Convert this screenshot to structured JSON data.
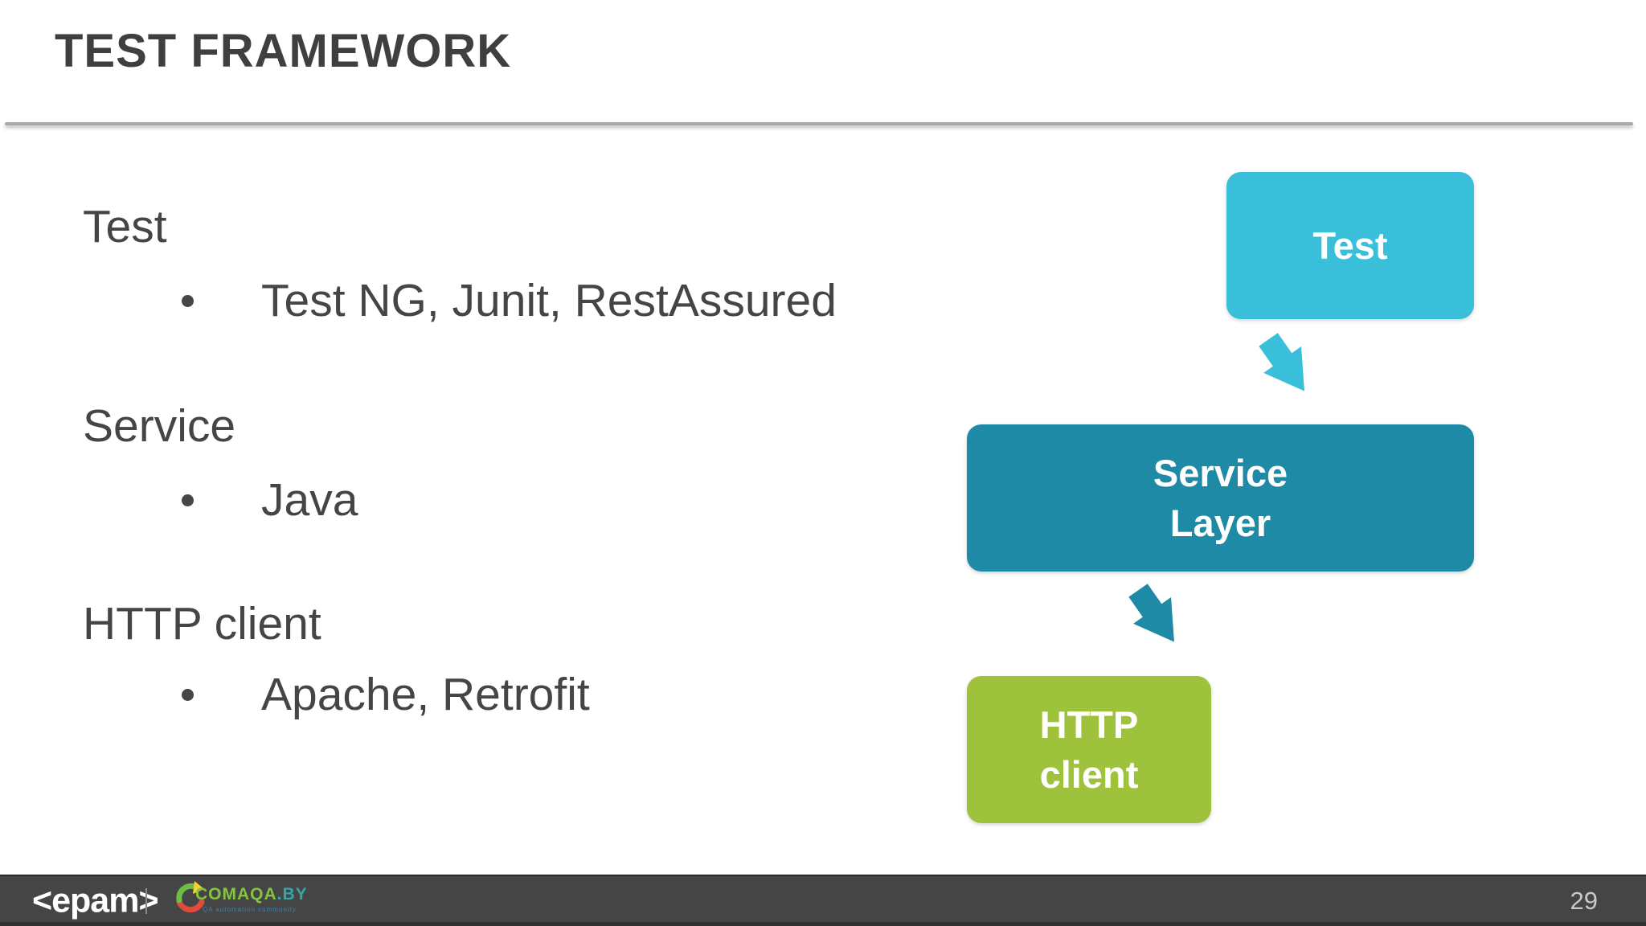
{
  "slide": {
    "title": "TEST FRAMEWORK"
  },
  "content": {
    "sections": [
      {
        "heading": "Test",
        "bullet": "Test NG, Junit, RestAssured"
      },
      {
        "heading": "Service",
        "bullet": "Java"
      },
      {
        "heading": "HTTP client",
        "bullet": "Apache, Retrofit"
      }
    ]
  },
  "diagram": {
    "nodes": [
      {
        "id": "test",
        "lines": [
          "Test"
        ],
        "color": "#3abfda"
      },
      {
        "id": "service-layer",
        "lines": [
          "Service",
          "Layer"
        ],
        "color": "#1e8aa5"
      },
      {
        "id": "http-client",
        "lines": [
          "HTTP",
          "client"
        ],
        "color": "#9fc23d"
      }
    ],
    "arrows": [
      {
        "from": "test",
        "to": "service-layer",
        "color": "#3abfda"
      },
      {
        "from": "service-layer",
        "to": "http-client",
        "color": "#1e8aa5"
      }
    ]
  },
  "footer": {
    "epam_logo_text": "<epam>",
    "comaqa_name": "COMAQA",
    "comaqa_suffix": ".BY",
    "comaqa_tagline": "QA automation community",
    "page_number": "29"
  },
  "colors": {
    "title_text": "#3f3f3f",
    "body_text": "#454545",
    "divider": "#a9a9a9",
    "footer_bar": "#454545",
    "node_text": "#ffffff",
    "comaqa_green": "#86c440",
    "comaqa_teal": "#3aa5a8",
    "comaqa_ring_green": "#6cbe45",
    "comaqa_ring_red": "#e14b3b",
    "comaqa_ring_yellow": "#f2d230"
  }
}
